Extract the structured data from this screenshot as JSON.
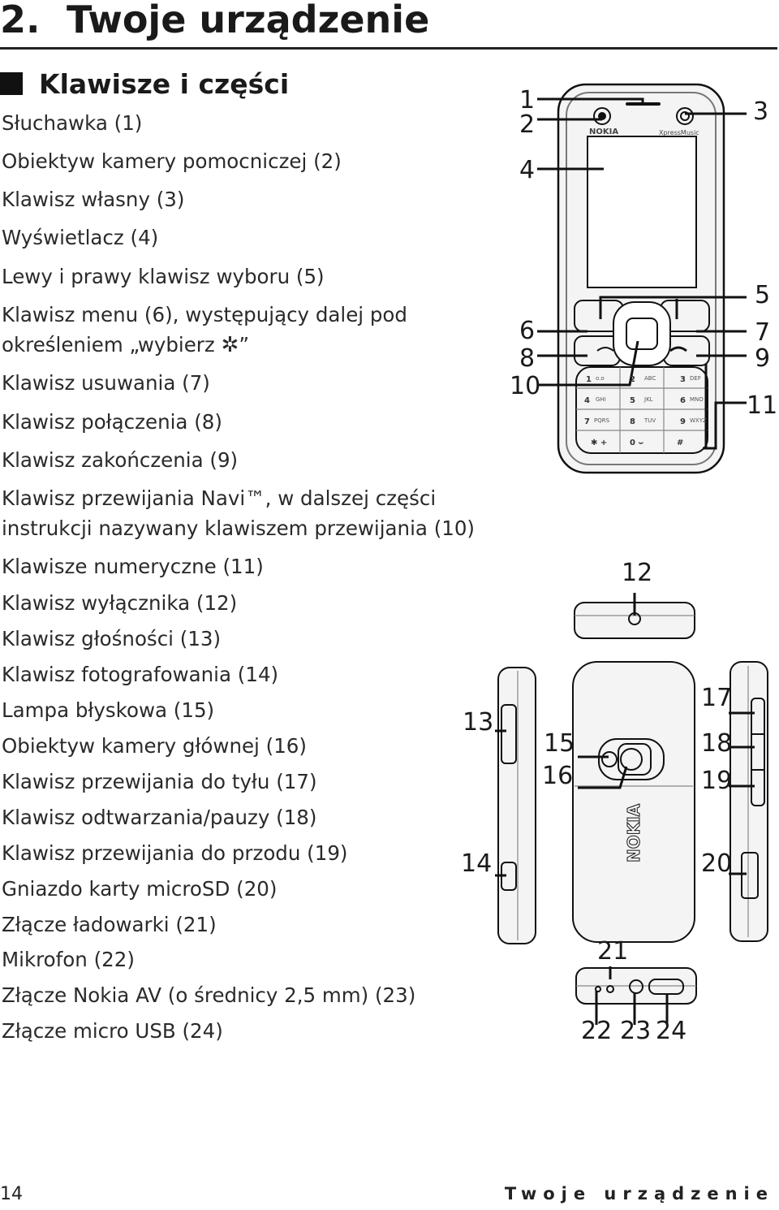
{
  "chapter": {
    "number": "2.",
    "title": "Twoje urządzenie"
  },
  "section": {
    "title": "Klawisze i części"
  },
  "parts": [
    "Słuchawka (1)",
    "Obiektyw kamery pomocniczej (2)",
    "Klawisz własny (3)",
    "Wyświetlacz (4)",
    "Lewy i prawy klawisz wyboru (5)",
    "Klawisz menu (6), występujący dalej pod",
    "określeniem „wybierz",
    "Klawisz usuwania (7)",
    "Klawisz połączenia (8)",
    "Klawisz zakończenia (9)",
    "Klawisz przewijania Navi™, w dalszej części",
    "instrukcji nazywany klawiszem przewijania (10)",
    "Klawisze numeryczne (11)",
    "Klawisz wyłącznika (12)",
    "Klawisz głośności (13)",
    "Klawisz fotografowania (14)",
    "Lampa błyskowa (15)",
    "Obiektyw kamery głównej (16)",
    "Klawisz przewijania do tyłu (17)",
    "Klawisz odtwarzania/pauzy (18)",
    "Klawisz przewijania do przodu (19)",
    "Gniazdo karty microSD (20)",
    "Złącze ładowarki (21)",
    "Mikrofon (22)",
    "Złącze Nokia AV (o średnicy 2,5 mm) (23)",
    "Złącze micro USB (24)"
  ],
  "menu_key_glyph": "✲",
  "closing_quote": "”",
  "phone": {
    "brand": "NOKIA",
    "model": "XpressMusic",
    "keys": [
      [
        "1",
        "ABC",
        "DEF"
      ],
      [
        "GHI",
        "JKL",
        "MNO"
      ],
      [
        "PQRS",
        "TUV",
        "WXYZ"
      ],
      [
        "*",
        "0",
        "#"
      ]
    ],
    "key_digits": [
      [
        "1",
        "2",
        "3"
      ],
      [
        "4",
        "5",
        "6"
      ],
      [
        "7",
        "8",
        "9"
      ],
      [
        "✱ +",
        "0 ⌣",
        "#"
      ]
    ]
  },
  "callouts": [
    "1",
    "2",
    "3",
    "4",
    "5",
    "6",
    "7",
    "8",
    "9",
    "10",
    "11",
    "12",
    "13",
    "14",
    "15",
    "16",
    "17",
    "18",
    "19",
    "20",
    "21",
    "22",
    "23",
    "24"
  ],
  "footer": {
    "page_number": "14",
    "chapter_name": "Twoje urządzenie"
  },
  "colors": {
    "text": "#222222",
    "line": "#111111",
    "phone_fill": "#f4f4f4"
  }
}
